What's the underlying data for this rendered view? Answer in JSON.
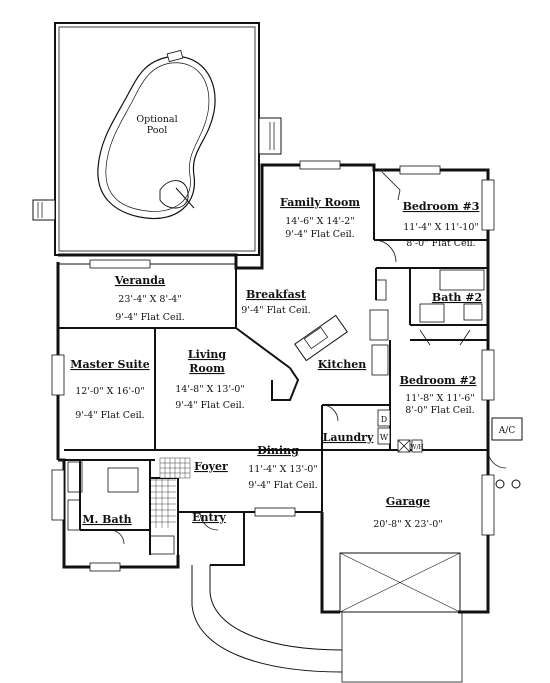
{
  "rooms": {
    "pool": {
      "line1": "Optional",
      "line2": "Pool"
    },
    "family_room": {
      "name": "Family Room",
      "dims": "14'-6\" X 14'-2\"",
      "ceiling": "9'-4\" Flat Ceil."
    },
    "bedroom3": {
      "name": "Bedroom #3",
      "dims": "11'-4\" X 11'-10\"",
      "ceiling": "8'-0\" Flat Ceil."
    },
    "veranda": {
      "name": "Veranda",
      "dims": "23'-4\" X 8'-4\"",
      "ceiling": "9'-4\" Flat Ceil."
    },
    "breakfast": {
      "name": "Breakfast",
      "ceiling": "9'-4\" Flat Ceil."
    },
    "bath2": {
      "name": "Bath #2"
    },
    "master_suite": {
      "name": "Master Suite",
      "dims": "12'-0\" X 16'-0\"",
      "ceiling": "9'-4\" Flat Ceil."
    },
    "living_room": {
      "line1": "Living",
      "line2": "Room",
      "dims": "14'-8\" X 13'-0\"",
      "ceiling": "9'-4\" Flat Ceil."
    },
    "kitchen": {
      "name": "Kitchen"
    },
    "bedroom2": {
      "name": "Bedroom #2",
      "dims": "11'-8\" X 11'-6\"",
      "ceiling": "8'-0\" Flat Ceil."
    },
    "laundry": {
      "name": "Laundry"
    },
    "dining": {
      "name": "Dining",
      "dims": "11'-4\" X 13'-0\"",
      "ceiling": "9'-4\" Flat Ceil."
    },
    "foyer": {
      "name": "Foyer"
    },
    "garage": {
      "name": "Garage",
      "dims": "20'-8\" X 23'-0\""
    },
    "master_bath": {
      "name": "M. Bath"
    },
    "entry": {
      "name": "Entry"
    }
  },
  "fixtures": {
    "ac": "A/C",
    "dryer": "D",
    "washer": "W",
    "water_heater": "W/H"
  }
}
